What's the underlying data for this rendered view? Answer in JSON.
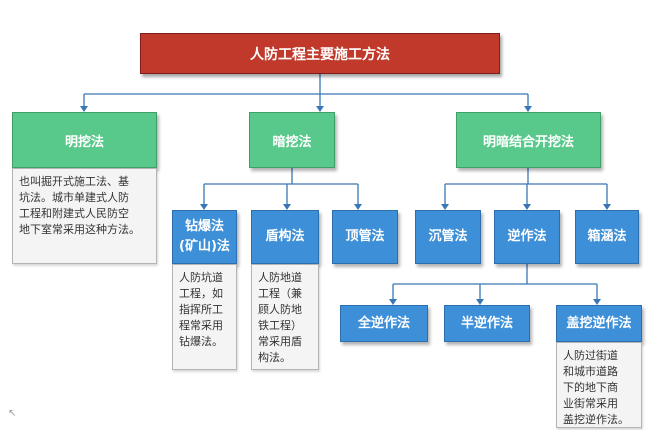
{
  "root": {
    "label": "人防工程主要施工方法"
  },
  "branches": [
    {
      "label": "明挖法",
      "description": "也叫掘开式施工法、基\n坑法。城市单建式人防\n工程和附建式人民防空\n地下室常采用这种方法。"
    },
    {
      "label": "暗挖法"
    },
    {
      "label": "明暗结合开挖法"
    }
  ],
  "dark_children": [
    {
      "label": "钻爆法\n(矿山)法",
      "description": "人防坑道\n工程，如\n指挥所工\n程常采用\n钻爆法。"
    },
    {
      "label": "盾构法",
      "description": "人防地道\n工程（兼\n顾人防地\n铁工程）\n常采用盾\n构法。"
    },
    {
      "label": "顶管法"
    }
  ],
  "combined_children": [
    {
      "label": "沉管法"
    },
    {
      "label": "逆作法"
    },
    {
      "label": "箱涵法"
    }
  ],
  "reverse_children": [
    {
      "label": "全逆作法"
    },
    {
      "label": "半逆作法"
    },
    {
      "label": "盖挖逆作法",
      "description": "人防过街道\n和城市道路\n下的地下商\n业街常采用\n盖挖逆作法。"
    }
  ],
  "colors": {
    "root": "#c0392b",
    "level1": "#58c98a",
    "level2": "#3d8fd8",
    "connector": "#3a78b5"
  },
  "icons": {
    "cursor": "cursor-arrow-icon"
  }
}
